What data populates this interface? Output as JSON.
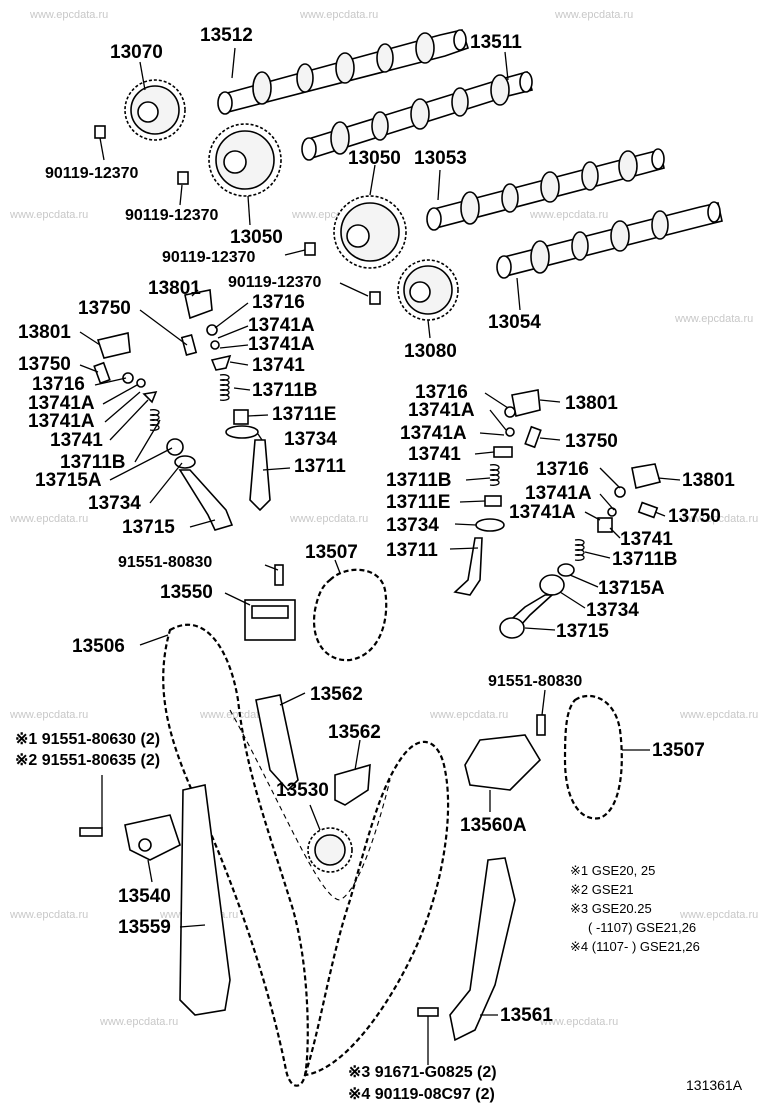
{
  "watermark": "www.epcdata.ru",
  "figure_code": "131361A",
  "parts": {
    "p13512": "13512",
    "p13070": "13070",
    "p13511": "13511",
    "p13050_top": "13050",
    "p13053": "13053",
    "p13050_bottom": "13050",
    "p13054": "13054",
    "p13080": "13080",
    "bolt_a": "90119-12370",
    "bolt_b": "90119-12370",
    "bolt_c": "90119-12370",
    "bolt_d": "90119-12370",
    "left_valvetrain": {
      "p13801a": "13801",
      "p13750a": "13750",
      "p13716a": "13716",
      "p13741Aa": "13741A",
      "p13741Ab": "13741A",
      "p13741a": "13741",
      "p13711Ba": "13711B",
      "p13711E": "13711E",
      "p13734a": "13734",
      "p13711a": "13711",
      "p13801b": "13801",
      "p13750b": "13750",
      "p13716b": "13716",
      "p13741Ac": "13741A",
      "p13741Ad": "13741A",
      "p13741b": "13741",
      "p13711Bb": "13711B",
      "p13715Aa": "13715A",
      "p13734b": "13734",
      "p13715a": "13715"
    },
    "right_valvetrain": {
      "p13716c": "13716",
      "p13801c": "13801",
      "p13741Ae": "13741A",
      "p13741Af": "13741A",
      "p13750c": "13750",
      "p13741c": "13741",
      "p13711Bc": "13711B",
      "p13711Eb": "13711E",
      "p13734c": "13734",
      "p13711b": "13711",
      "p13716d": "13716",
      "p13801d": "13801",
      "p13741Ag": "13741A",
      "p13741Ah": "13741A",
      "p13750d": "13750",
      "p13741d": "13741",
      "p13711Bd": "13711B",
      "p13715Ab": "13715A",
      "p13734d": "13734",
      "p13715b": "13715"
    },
    "timing": {
      "bolt_91551_a": "91551-80830",
      "p13507a": "13507",
      "p13550": "13550",
      "p13506": "13506",
      "p13562a": "13562",
      "p13562b": "13562",
      "p13530": "13530",
      "bolt_91551_b": "91551-80830",
      "p13507b": "13507",
      "p13560A": "13560A",
      "bolt_x1": "※1 91551-80630 (2)",
      "bolt_x2": "※2 91551-80635 (2)",
      "p13540": "13540",
      "p13559": "13559",
      "p13561": "13561",
      "bolt_x3": "※3 91671-G0825 (2)",
      "bolt_x4": "※4 90119-08C97 (2)"
    }
  },
  "notes": {
    "n1": "※1  GSE20, 25",
    "n2": "※2  GSE21",
    "n3": "※3  GSE20.25",
    "n3b": "(      -1107) GSE21,26",
    "n4": "※4 (1107-      ) GSE21,26"
  }
}
